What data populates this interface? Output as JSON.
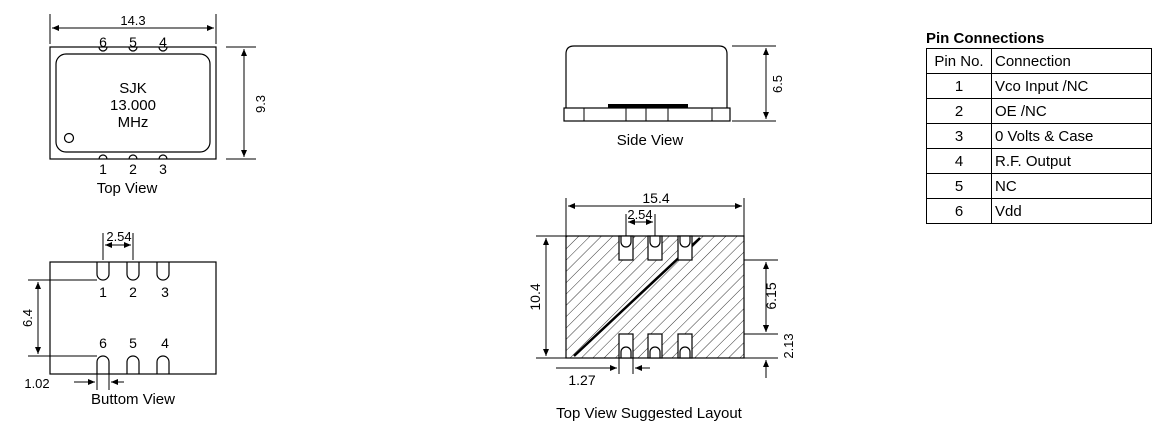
{
  "views": {
    "top": {
      "caption": "Top View",
      "width_label": "14.3",
      "height_label": "9.3",
      "marking_lines": [
        "SJK",
        "13.000",
        "MHz"
      ],
      "pins_top": [
        "6",
        "5",
        "4"
      ],
      "pins_bottom": [
        "1",
        "2",
        "3"
      ]
    },
    "bottom": {
      "caption": "Buttom View",
      "pitch_label": "2.54",
      "row_spacing_label": "6.4",
      "pad_width_label": "1.02",
      "pins_top": [
        "1",
        "2",
        "3"
      ],
      "pins_bottom": [
        "6",
        "5",
        "4"
      ]
    },
    "side": {
      "caption": "Side View",
      "height_label": "6.5"
    },
    "layout": {
      "caption": "Top View Suggested Layout",
      "width_label": "15.4",
      "pitch_label": "2.54",
      "height_label": "10.4",
      "inner_label": "6.15",
      "pad_length_label": "2.13",
      "pad_width_label": "1.27"
    }
  },
  "pin_connections": {
    "title": "Pin Connections",
    "headers": [
      "Pin No.",
      "Connection"
    ],
    "rows": [
      {
        "pin": "1",
        "connection": "Vco Input /NC"
      },
      {
        "pin": "2",
        "connection": "OE /NC"
      },
      {
        "pin": "3",
        "connection": "0 Volts & Case"
      },
      {
        "pin": "4",
        "connection": "R.F. Output"
      },
      {
        "pin": "5",
        "connection": "NC"
      },
      {
        "pin": "6",
        "connection": "Vdd"
      }
    ]
  }
}
